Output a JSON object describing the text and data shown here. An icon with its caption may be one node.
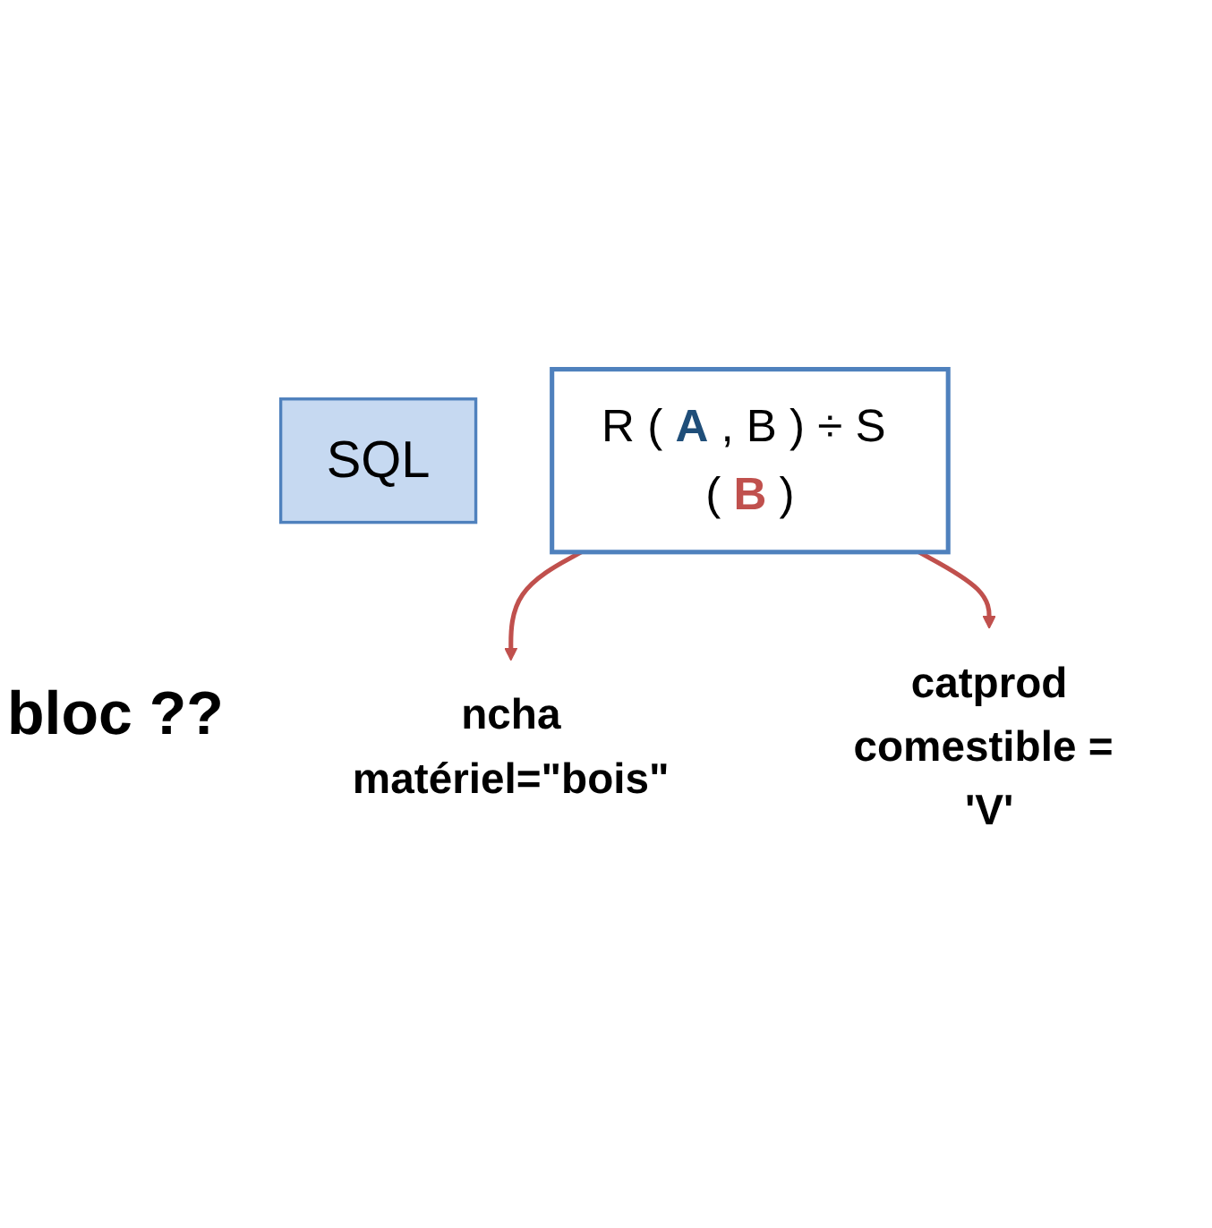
{
  "diagram": {
    "nodes": [
      {
        "text": [
          "SQL"
        ]
      },
      {
        "text": [
          "R ( **A** , B ) ÷ S ( **B** )"
        ]
      },
      {
        "text": [
          "catprod",
          "comestible = 'V'"
        ]
      },
      {
        "text": [
          "ncha",
          "matériel=\"bois\""
        ]
      }
    ],
    "edges": [
      {
        "from": 1,
        "to": 3,
        "arrow": "to",
        "color": "#c0504d"
      },
      {
        "from": 1,
        "to": 2,
        "arrow": "to",
        "color": "#c0504d"
      }
    ],
    "labels": [
      "bloc ??"
    ]
  }
}
